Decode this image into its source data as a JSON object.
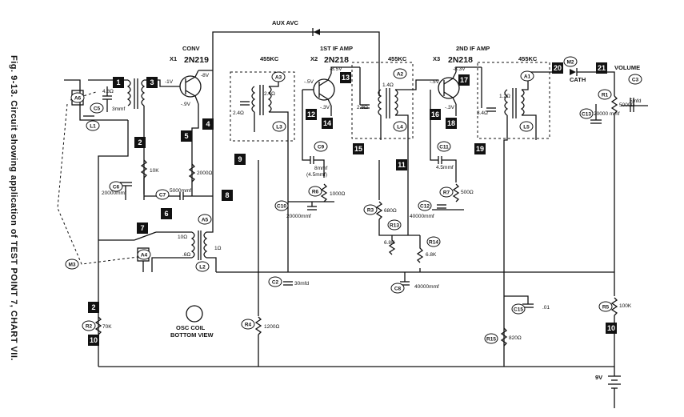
{
  "caption": "Fig. 9-13. Circuit showing application of TEST POINT 7, CHART VII.",
  "stages": {
    "conv": {
      "title": "CONV",
      "ref": "X1",
      "type": "2N219"
    },
    "if1": {
      "title": "1ST IF AMP",
      "ref": "X2",
      "type": "2N218"
    },
    "if2": {
      "title": "2ND IF AMP",
      "ref": "X3",
      "type": "2N218"
    }
  },
  "aux_avc": "AUX AVC",
  "volume": "VOLUME",
  "cath": "CATH",
  "freq": "455KC",
  "osc_coil": [
    "OSC COIL",
    "BOTTOM VIEW"
  ],
  "test_points": [
    "1",
    "2",
    "3",
    "4",
    "5",
    "6",
    "7",
    "8",
    "9",
    "10",
    "11",
    "12",
    "13",
    "14",
    "15",
    "16",
    "17",
    "18",
    "19",
    "20",
    "21",
    "2",
    "10",
    "10"
  ],
  "circled": [
    "A6",
    "C5",
    "L1",
    "C6",
    "C7",
    "A5",
    "A4",
    "L2",
    "M3",
    "R2",
    "A3",
    "L3",
    "R4",
    "C2",
    "C9",
    "R6",
    "C10",
    "R3",
    "R13",
    "R14",
    "A2",
    "L4",
    "C8",
    "C11",
    "R7",
    "C12",
    "A1",
    "L5",
    "C13",
    "R1",
    "M2",
    "C3",
    "C15",
    "R15",
    "R5"
  ],
  "values": {
    "c5": "3mmf",
    "c5_ohm": "4.8Ω",
    "r_10k": "10K",
    "c6": "20000mmf",
    "c7": "5000mmf",
    "r_2000": "2000Ω",
    "r2": "70K",
    "r4": "1200Ω",
    "c2": "30mfd",
    "c9": "8mmf",
    "c9b": "(4.5mmf)",
    "r6": "1000Ω",
    "c10": "20000mmf",
    "r3": "680Ω",
    "r13": "6.8K",
    "r14": "6.8K",
    "c8": "40000mmf",
    "c11": "4.5mmf",
    "r7": "500Ω",
    "c12": "40000mmf",
    "r1": "5000Ω",
    "c3": "5mfd",
    "c13": "20000 mmf",
    "c15": ".01",
    "r15": "820Ω",
    "r5": "100K",
    "batt": "9V",
    "v_conv_b": "-1V",
    "v_conv_c": "-8V",
    "v_conv_e": "-.9V",
    "v1_c": "-8.5V",
    "v1_b": "-.5V",
    "v1_e": "-.3V",
    "v2_c": "-8.3V",
    "v2_b": "-.5V",
    "v2_e": "-.3V",
    "ohm_24": "2.4Ω",
    "ohm_24b": "2.4Ω",
    "ohm_14": "1.4Ω",
    "ohm_28": "2.8Ω",
    "ohm_12": "1.2Ω",
    "ohm_34": "3.4Ω",
    "ohm_10": "10Ω",
    "ohm_6": ".6Ω",
    "ohm_1": "1Ω"
  }
}
